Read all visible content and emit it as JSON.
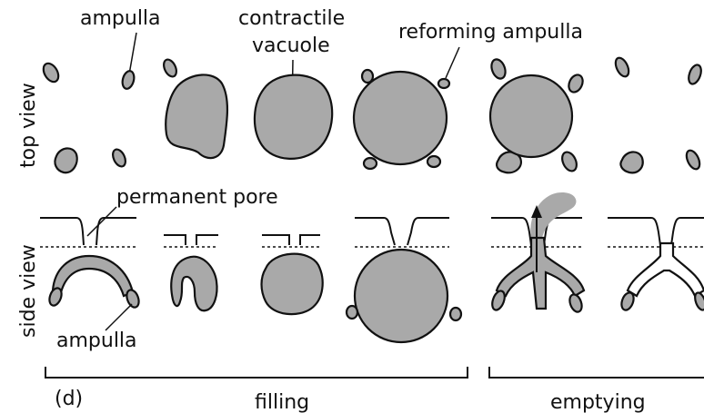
{
  "labels": {
    "ampulla_top": "ampulla",
    "contractile_vacuole_line1": "contractile",
    "contractile_vacuole_line2": "vacuole",
    "reforming_ampulla": "reforming ampulla",
    "permanent_pore": "permanent pore",
    "ampulla_side": "ampulla",
    "top_view": "top view",
    "side_view": "side view",
    "panel": "(d)",
    "filling": "filling",
    "emptying": "emptying"
  },
  "colors": {
    "fill": "#a9a9a9",
    "stroke": "#111111",
    "background": "#ffffff"
  }
}
